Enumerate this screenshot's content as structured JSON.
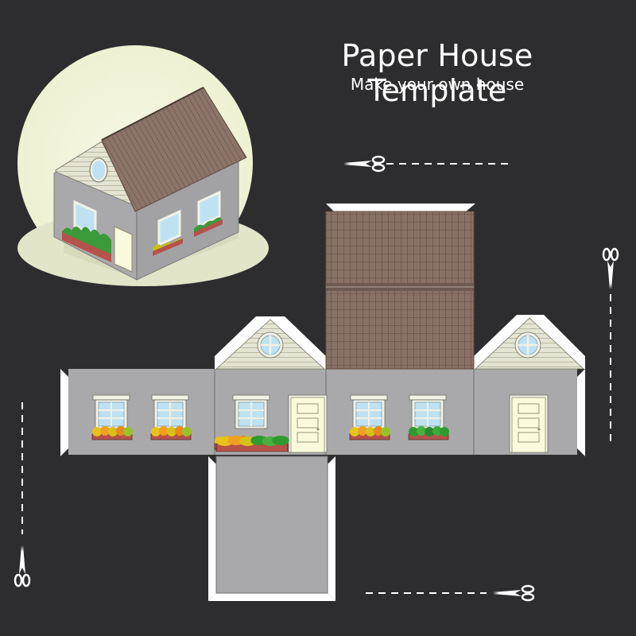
{
  "header": {
    "title": "Paper House Template",
    "subtitle": "Make your own house"
  },
  "colors": {
    "background": "#2d2d2f",
    "moon": "#f3f6dc",
    "wall": "#a9a9ab",
    "wall_dark": "#8e8e90",
    "roof": "#8c7468",
    "siding": "#e4e4d2",
    "window_glass": "#bfe2f2",
    "door": "#fafadc",
    "brick": "#b5524a",
    "flowers_yellow": "#e8c21a",
    "flowers_orange": "#e88a1a",
    "flowers_green": "#2f9a2f",
    "tab": "#ffffff"
  },
  "icons": [
    "scissors-icon",
    "cut-line"
  ]
}
